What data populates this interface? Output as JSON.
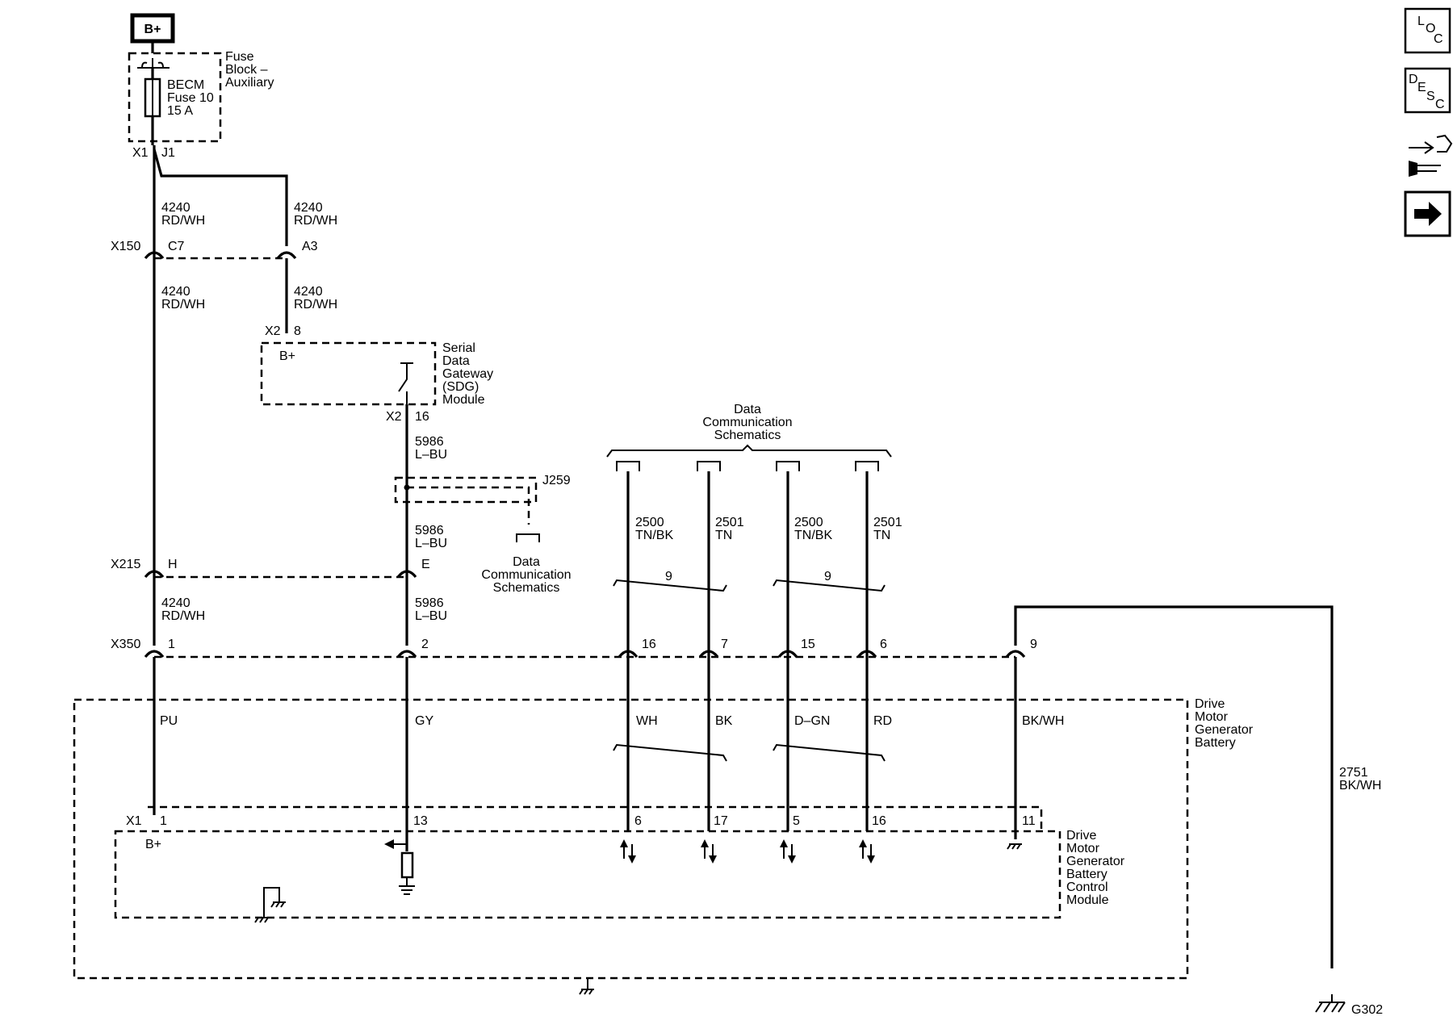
{
  "power": {
    "bplus": "B+"
  },
  "fuse_block": {
    "title": [
      "Fuse",
      "Block –",
      "Auxiliary"
    ],
    "fuse": [
      "BECM",
      "Fuse 10",
      "15 A"
    ],
    "x1": "X1",
    "j1": "J1"
  },
  "wires": {
    "w4240": [
      "4240",
      "RD/WH"
    ],
    "w5986": [
      "5986",
      "L–BU"
    ],
    "w2500": [
      "2500",
      "TN/BK"
    ],
    "w2501": [
      "2501",
      "TN"
    ],
    "w2751": [
      "2751",
      "BK/WH"
    ]
  },
  "connectors": {
    "x150": {
      "name": "X150",
      "pins": [
        "C7",
        "A3"
      ]
    },
    "x2_top": {
      "name": "X2",
      "pin": "8"
    },
    "x2_bottom": {
      "name": "X2",
      "pin": "16"
    },
    "j259": "J259",
    "x215": {
      "name": "X215",
      "pins": [
        "H",
        "E"
      ]
    },
    "x350": {
      "name": "X350",
      "pins": [
        "1",
        "2",
        "16",
        "7",
        "15",
        "6",
        "9"
      ]
    },
    "x1": {
      "name": "X1",
      "pins": [
        "1",
        "13",
        "6",
        "17",
        "5",
        "16",
        "11"
      ]
    }
  },
  "sdg": {
    "bplus": "B+",
    "title": [
      "Serial",
      "Data",
      "Gateway",
      "(SDG)",
      "Module"
    ]
  },
  "data_comm": [
    "Data",
    "Communication",
    "Schematics"
  ],
  "twist_count": "9",
  "battery": {
    "title": [
      "Drive",
      "Motor",
      "Generator",
      "Battery"
    ],
    "colors": [
      "PU",
      "GY",
      "WH",
      "BK",
      "D–GN",
      "RD",
      "BK/WH"
    ]
  },
  "module": {
    "title": [
      "Drive",
      "Motor",
      "Generator",
      "Battery",
      "Control",
      "Module"
    ],
    "bplus": "B+"
  },
  "ground": "G302",
  "nav": {
    "loc": [
      "L",
      "O",
      "C"
    ],
    "desc": [
      "D",
      "E",
      "S",
      "C"
    ],
    "connector_icon": "connector-wrench-icon",
    "next_icon": "right-arrow-icon"
  }
}
